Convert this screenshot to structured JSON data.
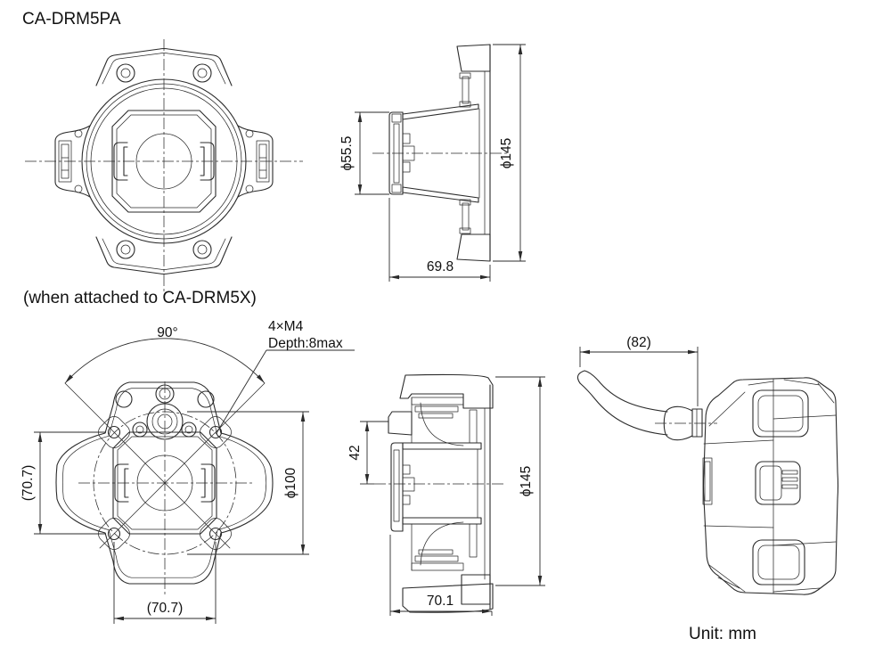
{
  "title": "CA-DRM5PA",
  "subtitle": "(when attached to CA-DRM5X)",
  "unit": "Unit: mm",
  "top_section": {
    "dia_inner": "ϕ55.5",
    "dia_outer": "ϕ145",
    "depth": "69.8"
  },
  "bottom_front": {
    "angle": "90°",
    "thread": "4×M4",
    "thread_depth": "Depth:8max",
    "width_left": "(70.7)",
    "width_bottom": "(70.7)",
    "bolt_circle": "ϕ100"
  },
  "bottom_section": {
    "height_inner": "42",
    "dia_outer": "ϕ145",
    "depth": "70.1"
  },
  "side_view": {
    "cable_length": "(82)"
  }
}
